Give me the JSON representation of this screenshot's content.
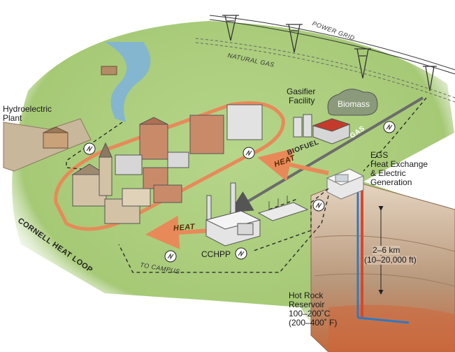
{
  "labels": {
    "power_grid": "POWER GRID",
    "natural_gas": "NATURAL GAS",
    "hydroelectric_line1": "Hydroelectric",
    "hydroelectric_line2": "Plant",
    "gasifier_line1": "Gasifier",
    "gasifier_line2": "Facility",
    "biomass": "Biomass",
    "gas": "GAS",
    "biofuel": "BIOFUEL",
    "heat_upper": "HEAT",
    "heat_lower": "HEAT",
    "egs_line1": "EGS",
    "egs_line2": "Heat Exchange",
    "egs_line3": "& Electric",
    "egs_line4": "Generation",
    "depth_line1": "2–6 km",
    "depth_line2": "(10–20,000 ft)",
    "cornell_loop": "CORNELL HEAT LOOP",
    "cchpp": "CCHPP",
    "to_campus": "TO CAMPUS",
    "hot_rock_line1": "Hot Rock",
    "hot_rock_line2": "Reservoir",
    "hot_rock_line3": "100–200˚C",
    "hot_rock_line4": "(200–400˚ F)"
  },
  "colors": {
    "ground": "#a9cc7a",
    "heat_loop": "#e8895a",
    "heat_arrow": "#e8895a",
    "gas_line": "#6b6b6b",
    "power_wire": "#333333",
    "rock": "#b39478",
    "water": "#7fb4d8",
    "pipe_hot": "#d9472b",
    "pipe_cold": "#2f79c2"
  },
  "icons": [
    "power-pylon-icon",
    "electric-symbol-icon",
    "building-icon",
    "smokestack-icon",
    "well-pipe-icon"
  ]
}
